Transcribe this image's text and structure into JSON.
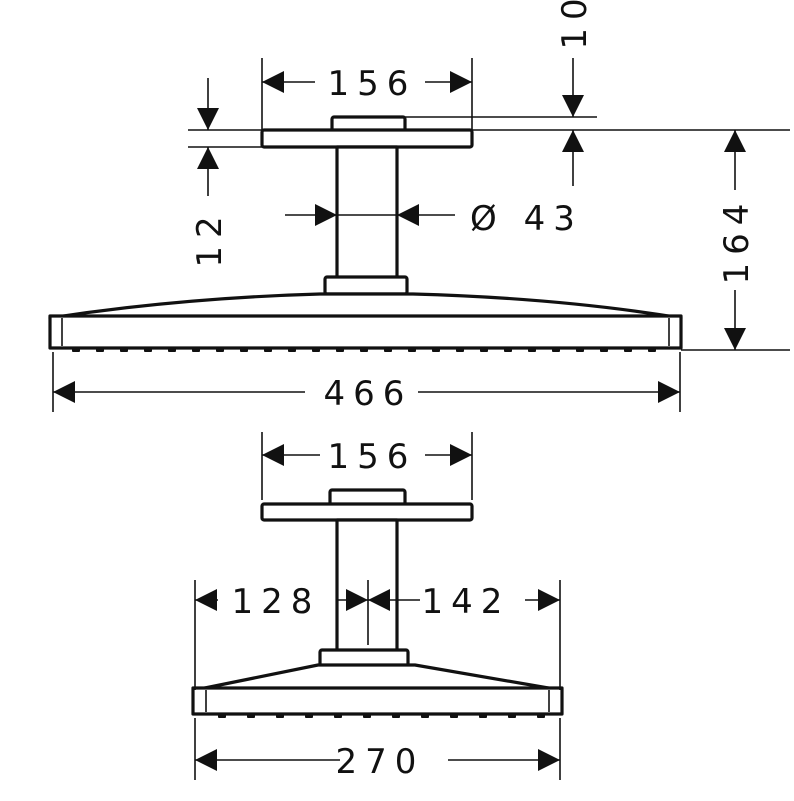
{
  "drawing": {
    "top_view": {
      "plate_width": "156",
      "cap_height": "10",
      "plate_thickness": "12",
      "pipe_diameter": "Ø 43",
      "total_height": "164",
      "head_width": "466"
    },
    "side_view": {
      "plate_width": "156",
      "offset_left": "128",
      "offset_right": "142",
      "head_depth": "270"
    }
  },
  "colors": {
    "line": "#111111",
    "background": "#ffffff"
  }
}
